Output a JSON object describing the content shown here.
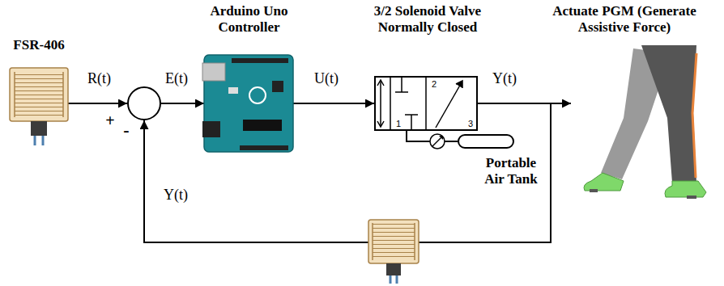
{
  "diagram": {
    "nodes": [
      {
        "text": [
          "FSR-406"
        ]
      },
      {
        "text": [
          "+",
          "-"
        ]
      },
      {
        "text": [
          "Arduino Uno Controller"
        ]
      },
      {
        "text": [
          "3/2 Solenoid Valve Normally Closed",
          "2",
          "1",
          "3"
        ]
      },
      {
        "text": [
          "Portable Air Tank"
        ]
      },
      {
        "text": [
          "Actuate PGM (Generate Assistive Force)"
        ]
      }
    ],
    "edges": [
      {
        "from": 0,
        "to": 1,
        "arrow": "to",
        "label": "R(t)"
      },
      {
        "from": 1,
        "to": 2,
        "arrow": "to",
        "label": "E(t)"
      },
      {
        "from": 2,
        "to": 3,
        "arrow": "to",
        "label": "U(t)"
      },
      {
        "from": 3,
        "to": 5,
        "arrow": "to",
        "label": "Y(t)"
      },
      {
        "from": 3,
        "to": 1,
        "arrow": "to",
        "label": "Y(t)"
      },
      {
        "from": 4,
        "to": 3,
        "arrow": "none"
      }
    ]
  }
}
